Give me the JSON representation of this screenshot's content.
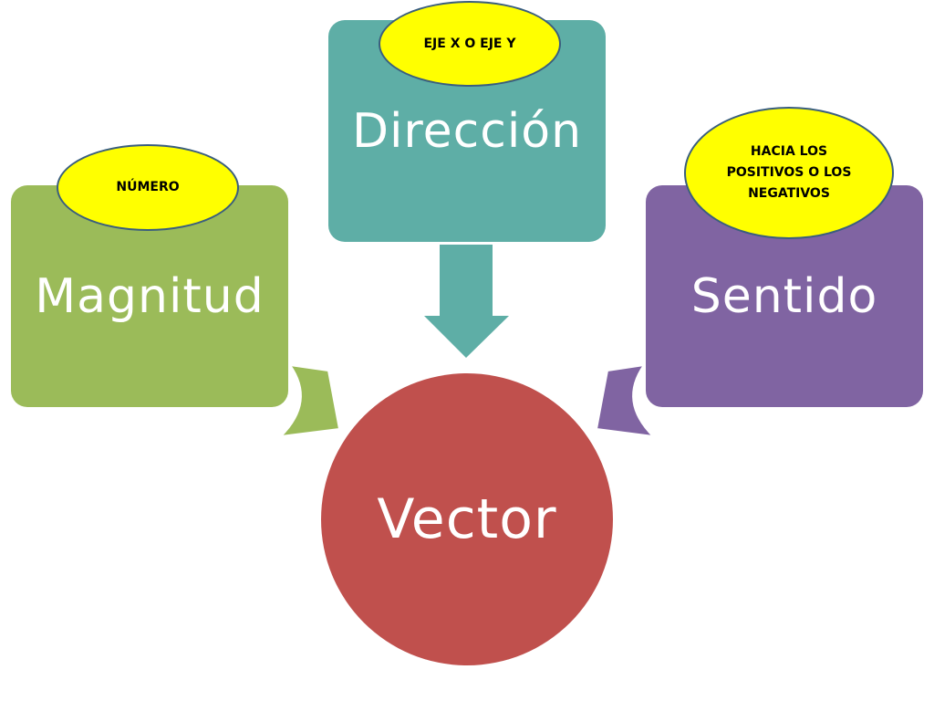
{
  "nodes": {
    "magnitud": {
      "label": "Magnitud",
      "color": "#9bbb59"
    },
    "direccion": {
      "label": "Dirección",
      "color": "#5eaea6"
    },
    "sentido": {
      "label": "Sentido",
      "color": "#8064a2"
    },
    "vector": {
      "label": "Vector",
      "color": "#c0504d"
    }
  },
  "bubbles": {
    "numero": "NÚMERO",
    "eje": "EJE X O EJE Y",
    "sentido": "HACIA LOS POSITIVOS O LOS NEGATIVOS"
  },
  "bubble_colors": {
    "fill": "#ffff00",
    "border": "#3a5e7e"
  },
  "edges": [
    {
      "from": "magnitud",
      "to": "vector"
    },
    {
      "from": "direccion",
      "to": "vector"
    },
    {
      "from": "sentido",
      "to": "vector"
    }
  ]
}
